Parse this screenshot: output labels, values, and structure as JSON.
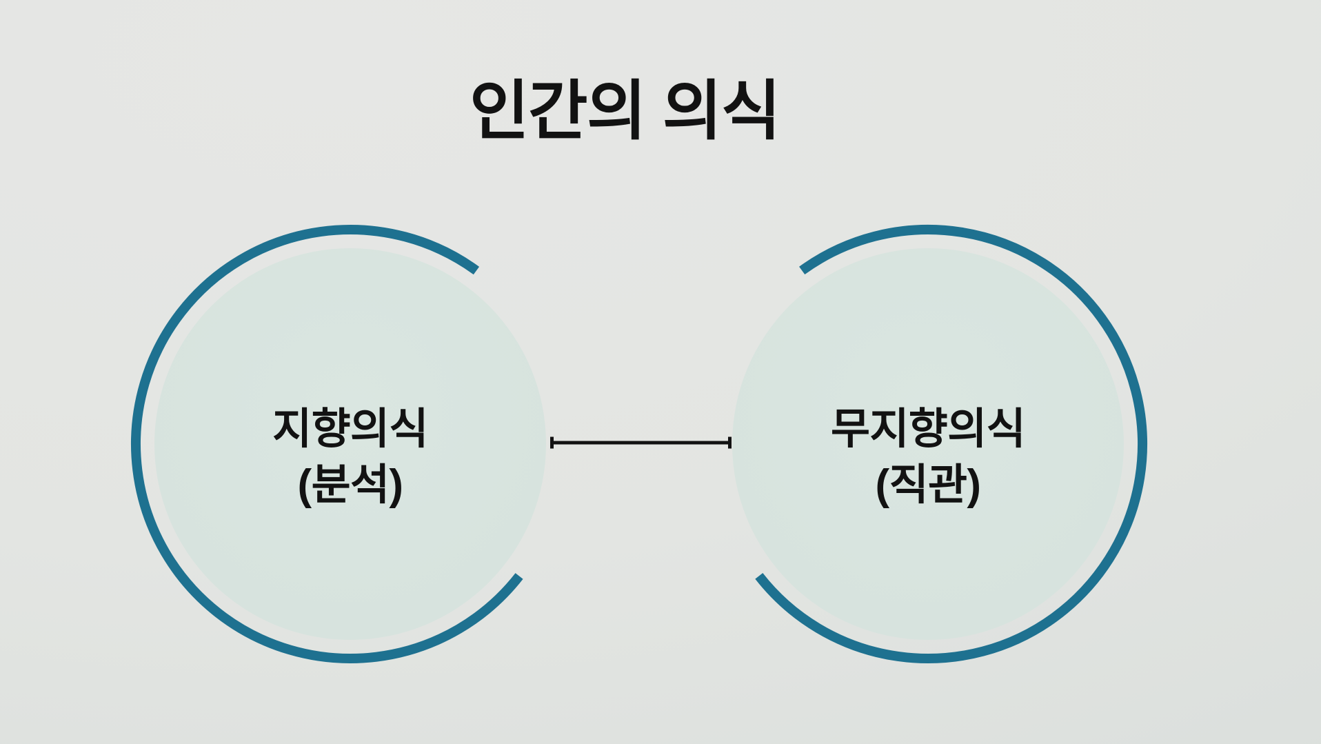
{
  "title": "인간의 의식",
  "left_circle": {
    "label": "지향의식",
    "sublabel": "(분석)"
  },
  "right_circle": {
    "label": "무지향의식",
    "sublabel": "(직관)"
  },
  "connector": {
    "type": "bar-ended-line",
    "between": [
      "지향의식",
      "무지향의식"
    ]
  },
  "colors": {
    "arc": "#1e7190",
    "circle_fill": "#d7e3de",
    "text": "#121212",
    "connector": "#121212",
    "bg_top": "#e6e7e5",
    "bg_mid": "#e3e5e2",
    "bg_bottom": "#d9dedb"
  }
}
